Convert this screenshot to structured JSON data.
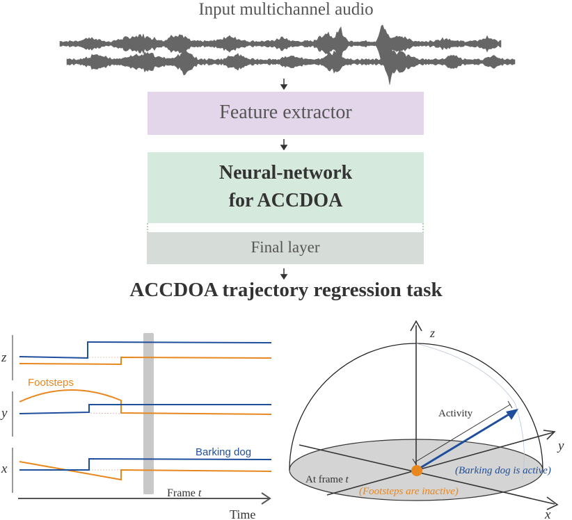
{
  "header": {
    "input_label": "Input multichannel audio"
  },
  "pipeline": {
    "feature_extractor": "Feature extractor",
    "neural_network_line1": "Neural-network",
    "neural_network_line2": "for ACCDOA",
    "final_layer": "Final layer",
    "task_title": "ACCDOA trajectory regression task"
  },
  "timeline": {
    "axis_z": "z",
    "axis_y": "y",
    "axis_x": "x",
    "footsteps_label": "Footsteps",
    "barking_label": "Barking dog",
    "frame_label": "Frame",
    "frame_var": "t",
    "time_label": "Time"
  },
  "sphere": {
    "axis_z": "z",
    "axis_y": "y",
    "axis_x": "x",
    "activity_label": "Activity",
    "at_frame_label": "At frame",
    "at_frame_var": "t",
    "barking_status": "(Barking dog is active)",
    "footsteps_status": "(Footsteps are inactive)"
  },
  "colors": {
    "barking_dog": "#1f4e9c",
    "footsteps": "#e8871e",
    "feature_box": "#e4d6ea",
    "nn_box": "#d5e9dc",
    "final_box": "#d6dcd8",
    "frame_bar": "#c8c8c8",
    "waveform": "#666666"
  }
}
